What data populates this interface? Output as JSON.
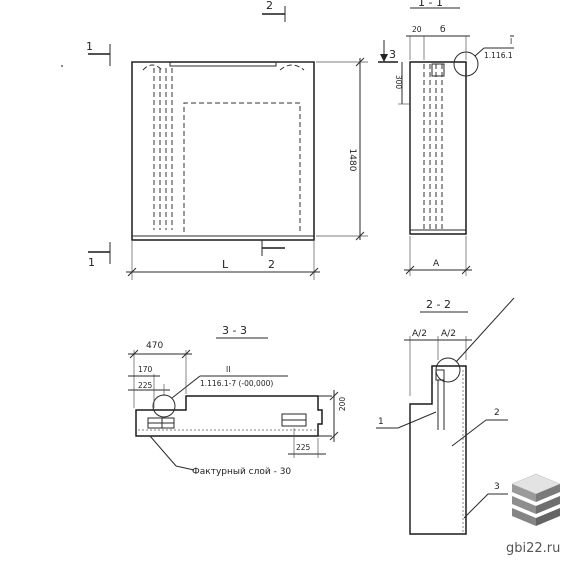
{
  "front_view": {
    "cut_mark_1": "1",
    "cut_mark_2": "2",
    "dim_height": "1480",
    "dim_length": "L"
  },
  "section_1_1": {
    "title": "1 - 1",
    "cut_mark_3": "3",
    "dim_20": "20",
    "dim_b": "б",
    "dim_300": "300",
    "dim_a": "A",
    "callout": "I",
    "callout_ref": "1.116.1"
  },
  "section_2_2": {
    "title": "2 - 2",
    "dim_a2_left": "A/2",
    "dim_a2_right": "A/2",
    "leader_1": "1",
    "leader_2": "2",
    "leader_3": "3"
  },
  "section_3_3": {
    "title": "3 - 3",
    "dim_470": "470",
    "dim_170": "170",
    "dim_225_top": "225",
    "dim_225_bottom": "225",
    "dim_200": "200",
    "callout": "II",
    "callout_ref": "1.116.1-7 (-00,000)",
    "facing_note": "Фактурный слой - 30"
  },
  "watermark": {
    "text": "gbi22.ru"
  }
}
